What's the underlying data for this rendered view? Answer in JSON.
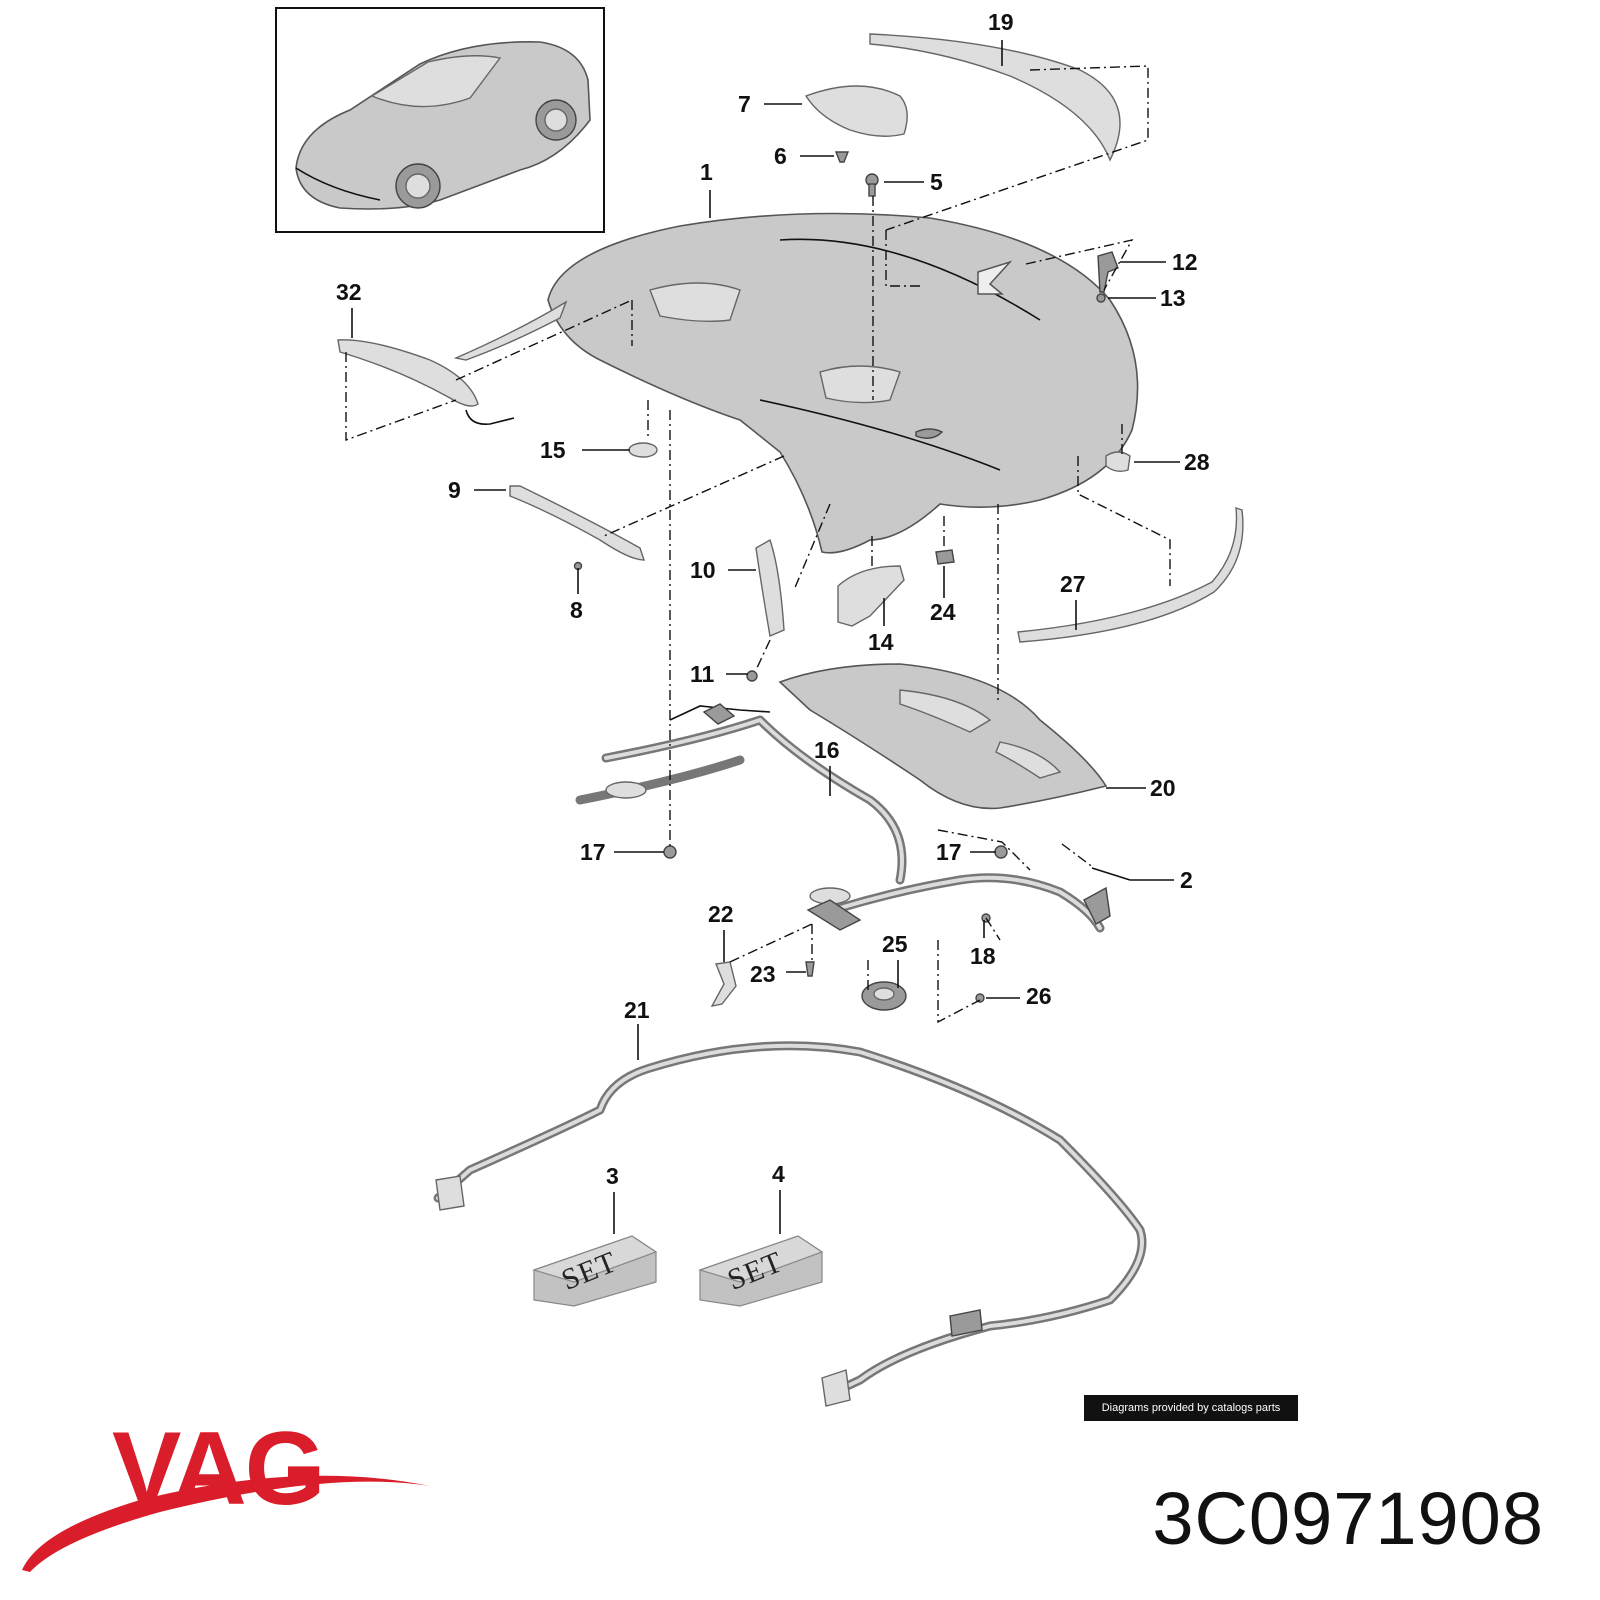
{
  "diagram": {
    "callouts": [
      {
        "id": "c1",
        "label": "1"
      },
      {
        "id": "c2",
        "label": "2"
      },
      {
        "id": "c3",
        "label": "3"
      },
      {
        "id": "c4",
        "label": "4"
      },
      {
        "id": "c5",
        "label": "5"
      },
      {
        "id": "c6",
        "label": "6"
      },
      {
        "id": "c7",
        "label": "7"
      },
      {
        "id": "c8",
        "label": "8"
      },
      {
        "id": "c9",
        "label": "9"
      },
      {
        "id": "c10",
        "label": "10"
      },
      {
        "id": "c11",
        "label": "11"
      },
      {
        "id": "c12",
        "label": "12"
      },
      {
        "id": "c13",
        "label": "13"
      },
      {
        "id": "c14",
        "label": "14"
      },
      {
        "id": "c15",
        "label": "15"
      },
      {
        "id": "c16",
        "label": "16"
      },
      {
        "id": "c17a",
        "label": "17"
      },
      {
        "id": "c17b",
        "label": "17"
      },
      {
        "id": "c18",
        "label": "18"
      },
      {
        "id": "c19",
        "label": "19"
      },
      {
        "id": "c20",
        "label": "20"
      },
      {
        "id": "c21",
        "label": "21"
      },
      {
        "id": "c22",
        "label": "22"
      },
      {
        "id": "c23",
        "label": "23"
      },
      {
        "id": "c24",
        "label": "24"
      },
      {
        "id": "c25",
        "label": "25"
      },
      {
        "id": "c26",
        "label": "26"
      },
      {
        "id": "c27",
        "label": "27"
      },
      {
        "id": "c28",
        "label": "28"
      },
      {
        "id": "c32",
        "label": "32"
      }
    ],
    "set_boxes": [
      {
        "id": "set3",
        "text": "SET"
      },
      {
        "id": "set4",
        "text": "SET"
      }
    ]
  },
  "footer": {
    "credit": "Diagrams provided by catalogs parts",
    "brand": "VAG",
    "part_number": "3C0971908"
  },
  "colors": {
    "brand_red": "#d91d2a",
    "part_gray": "#c9c9c9",
    "line_black": "#111111"
  }
}
